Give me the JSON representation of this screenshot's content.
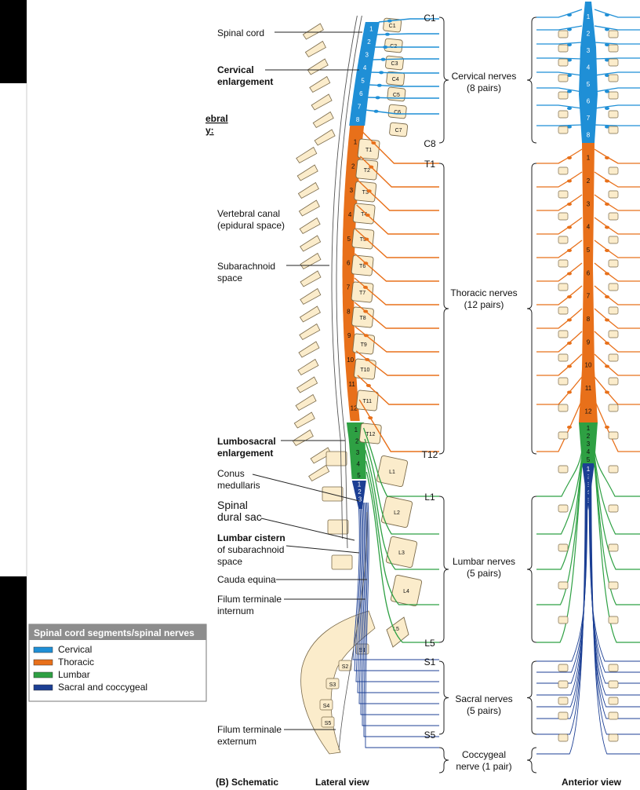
{
  "labels": {
    "spinal_cord": "Spinal cord",
    "cervical_enlargement": [
      "Cervical",
      "enlargement"
    ],
    "partial_heading": [
      "ebral",
      "y:"
    ],
    "vertebral_canal": [
      "Vertebral canal",
      "(epidural space)"
    ],
    "subarachnoid_space": [
      "Subarachnoid",
      "space"
    ],
    "lumbosacral_enlargement": [
      "Lumbosacral",
      "enlargement"
    ],
    "conus_medullaris": [
      "Conus",
      "medullaris"
    ],
    "spinal_dural_sac": [
      "Spinal",
      "dural sac"
    ],
    "lumbar_cistern": [
      "Lumbar cistern",
      "of subarachnoid",
      "space"
    ],
    "cauda_equina": "Cauda equina",
    "filum_internum": [
      "Filum terminale",
      "internum"
    ],
    "filum_externum": [
      "Filum terminale",
      "externum"
    ]
  },
  "nerve_groups": [
    {
      "key": "cervical",
      "lines": [
        "Cervical nerves",
        "(8 pairs)"
      ],
      "top_label": "C1",
      "bottom_label": "C8"
    },
    {
      "key": "thoracic",
      "lines": [
        "Thoracic nerves",
        "(12 pairs)"
      ],
      "top_label": "T1",
      "bottom_label": "T12"
    },
    {
      "key": "lumbar",
      "lines": [
        "Lumbar nerves",
        "(5 pairs)"
      ],
      "top_label": "L1",
      "bottom_label": "L5"
    },
    {
      "key": "sacral",
      "lines": [
        "Sacral nerves",
        "(5 pairs)"
      ],
      "top_label": "S1",
      "bottom_label": "S5"
    },
    {
      "key": "coccygeal",
      "lines": [
        "Coccygeal",
        "nerve (1 pair)"
      ]
    }
  ],
  "legend": {
    "title": "Spinal cord segments/spinal nerves",
    "items": [
      {
        "label": "Cervical",
        "color": "#1f8fd6"
      },
      {
        "label": "Thoracic",
        "color": "#e8701a"
      },
      {
        "label": "Lumbar",
        "color": "#2ea043"
      },
      {
        "label": "Sacral and coccygeal",
        "color": "#1c3f94"
      }
    ]
  },
  "footer": {
    "schematic": "(B) Schematic",
    "lateral": "Lateral view",
    "anterior": "Anterior view"
  },
  "vertebrae": {
    "cervical": [
      "C1",
      "C2",
      "C3",
      "C4",
      "C5",
      "C6",
      "C7"
    ],
    "thoracic": [
      "T1",
      "T2",
      "T3",
      "T4",
      "T5",
      "T6",
      "T7",
      "T8",
      "T9",
      "T10",
      "T11",
      "T12"
    ],
    "lumbar": [
      "L1",
      "L2",
      "L3",
      "L4",
      "L5"
    ],
    "sacral": [
      "S1",
      "S2",
      "S3",
      "S4",
      "S5"
    ]
  },
  "segments": {
    "cervical": [
      "1",
      "2",
      "3",
      "4",
      "5",
      "6",
      "7",
      "8"
    ],
    "thoracic": [
      "1",
      "2",
      "3",
      "4",
      "5",
      "6",
      "7",
      "8",
      "9",
      "10",
      "11",
      "12"
    ],
    "lumbar": [
      "1",
      "2",
      "3",
      "4",
      "5"
    ],
    "sacral": [
      "1",
      "2",
      "3"
    ],
    "anterior_sacral": [
      "1",
      "2",
      "3",
      "4",
      "5"
    ]
  },
  "colors": {
    "cervical": "#1f8fd6",
    "thoracic": "#e8701a",
    "lumbar": "#2ea043",
    "sacral": "#1c3f94",
    "bone": "#fbeccb",
    "bone_stroke": "#7a6a4a",
    "line": "#222222"
  }
}
